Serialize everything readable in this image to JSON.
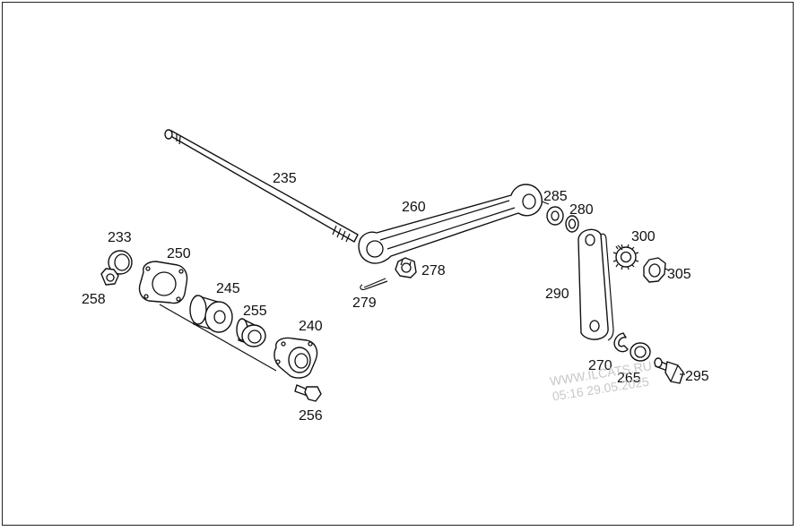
{
  "watermark": {
    "site": "WWW.ILCATS.RU",
    "timestamp": "05:16 29.05.2025"
  },
  "callouts": [
    {
      "id": "235",
      "label": "235"
    },
    {
      "id": "260",
      "label": "260"
    },
    {
      "id": "285",
      "label": "285"
    },
    {
      "id": "280",
      "label": "280"
    },
    {
      "id": "300",
      "label": "300"
    },
    {
      "id": "305",
      "label": "305"
    },
    {
      "id": "278",
      "label": "278"
    },
    {
      "id": "279",
      "label": "279"
    },
    {
      "id": "290",
      "label": "290"
    },
    {
      "id": "270",
      "label": "270"
    },
    {
      "id": "265",
      "label": "265"
    },
    {
      "id": "295",
      "label": "295"
    },
    {
      "id": "233",
      "label": "233"
    },
    {
      "id": "250",
      "label": "250"
    },
    {
      "id": "258",
      "label": "258"
    },
    {
      "id": "245",
      "label": "245"
    },
    {
      "id": "255",
      "label": "255"
    },
    {
      "id": "240",
      "label": "240"
    },
    {
      "id": "256",
      "label": "256"
    }
  ],
  "colors": {
    "line": "#111111",
    "background": "#ffffff",
    "watermark": "#c8c8c8"
  }
}
